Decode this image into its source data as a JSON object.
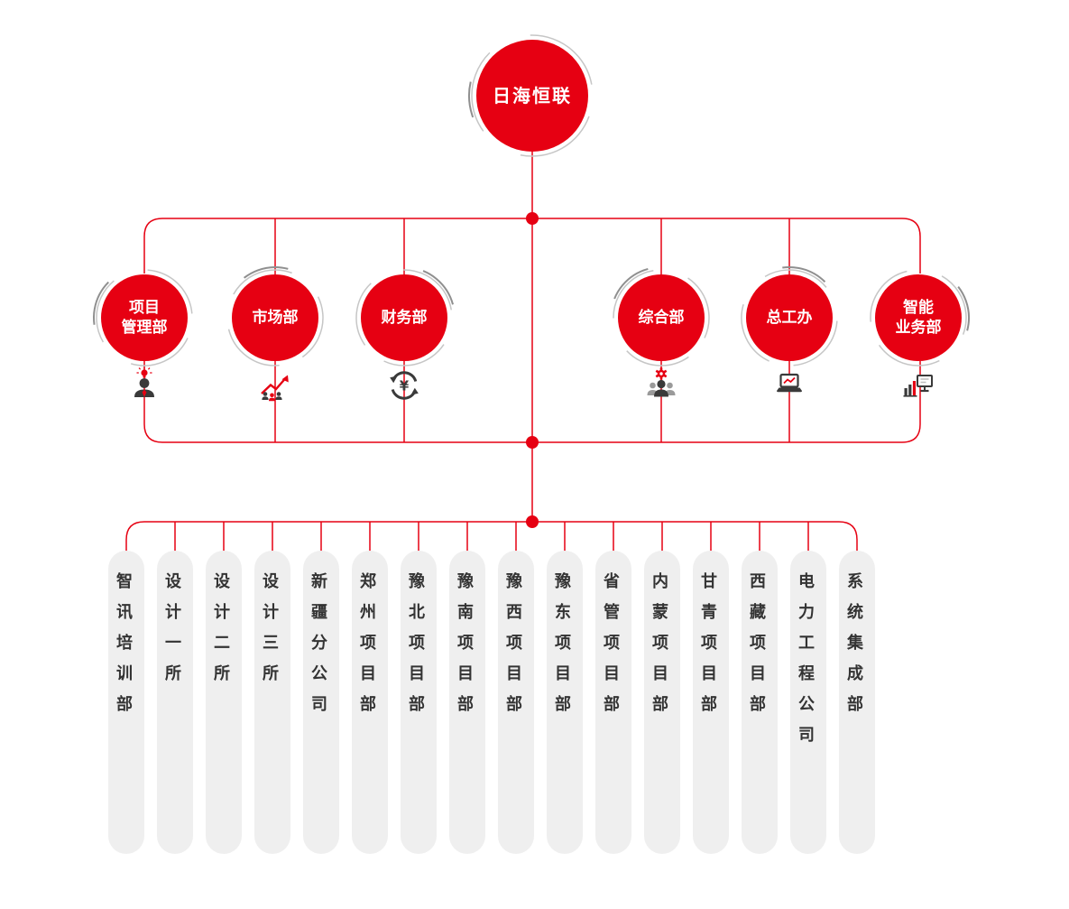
{
  "colors": {
    "primary_red": "#e60012",
    "pill_background": "#efefef",
    "pill_text": "#333333",
    "arc_gray": "#9a9a9a"
  },
  "root": {
    "label": "日海恒联"
  },
  "departments": [
    {
      "label": "项目\n管理部",
      "icon": "person-idea-icon"
    },
    {
      "label": "市场部",
      "icon": "market-growth-icon"
    },
    {
      "label": "财务部",
      "icon": "finance-cycle-icon"
    },
    {
      "label": "综合部",
      "icon": "team-gear-icon"
    },
    {
      "label": "总工办",
      "icon": "laptop-icon"
    },
    {
      "label": "智能\n业务部",
      "icon": "monitor-chart-icon"
    }
  ],
  "branches": [
    "智讯培训部",
    "设计一所",
    "设计二所",
    "设计三所",
    "新疆分公司",
    "郑州项目部",
    "豫北项目部",
    "豫南项目部",
    "豫西项目部",
    "豫东项目部",
    "省管项目部",
    "内蒙项目部",
    "甘青项目部",
    "西藏项目部",
    "电力工程公司",
    "系统集成部"
  ]
}
